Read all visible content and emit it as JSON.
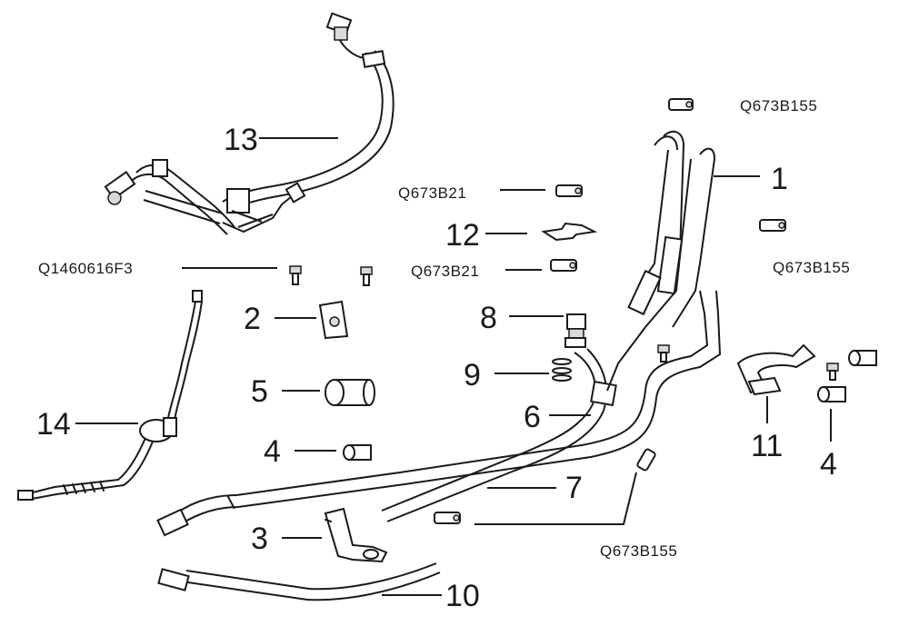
{
  "callouts": {
    "n1": "1",
    "n2": "2",
    "n3": "3",
    "n4a": "4",
    "n4b": "4",
    "n5": "5",
    "n6": "6",
    "n7": "7",
    "n8": "8",
    "n9": "9",
    "n10": "10",
    "n11": "11",
    "n12": "12",
    "n13": "13",
    "n14": "14"
  },
  "part_codes": {
    "q673b155_top": "Q673B155",
    "q673b155_right": "Q673B155",
    "q673b155_bottom": "Q673B155",
    "q673b21_a": "Q673B21",
    "q673b21_b": "Q673B21",
    "q1460616f3": "Q1460616F3"
  }
}
